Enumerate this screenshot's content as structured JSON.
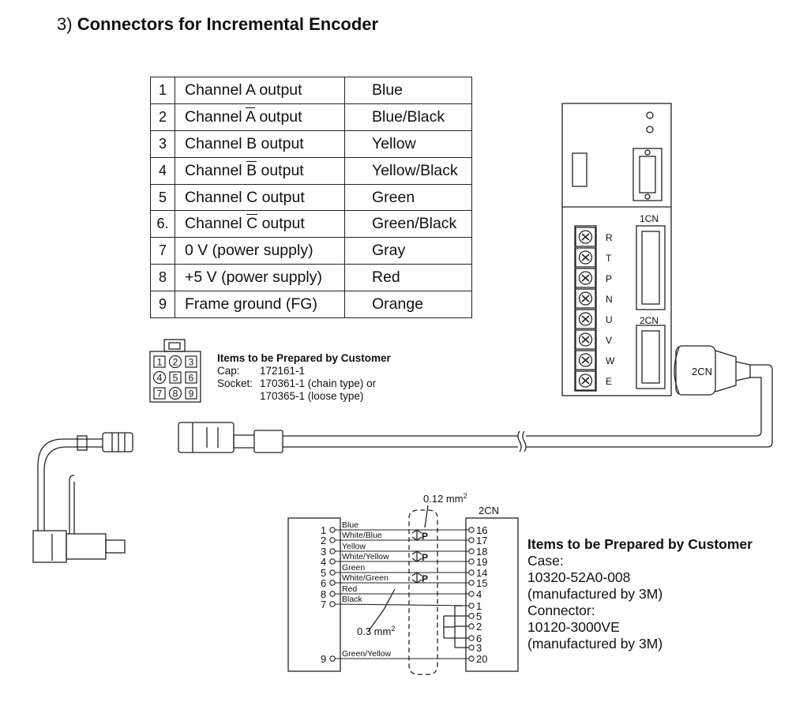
{
  "heading": {
    "number": "3)",
    "title": "Connectors for Incremental Encoder"
  },
  "pin_table": [
    {
      "num": "1",
      "pre": "Channel ",
      "bar": "",
      "post": "A output",
      "color": "Blue"
    },
    {
      "num": "2",
      "pre": "Channel ",
      "bar": "A",
      "post": " output",
      "color": "Blue/Black"
    },
    {
      "num": "3",
      "pre": "Channel ",
      "bar": "",
      "post": "B output",
      "color": "Yellow"
    },
    {
      "num": "4",
      "pre": "Channel ",
      "bar": "B",
      "post": " output",
      "color": "Yellow/Black"
    },
    {
      "num": "5",
      "pre": "Channel ",
      "bar": "",
      "post": "C output",
      "color": "Green"
    },
    {
      "num": "6.",
      "pre": "Channel ",
      "bar": "C",
      "post": " output",
      "color": "Green/Black"
    },
    {
      "num": "7",
      "pre": "0 V (power supply)",
      "bar": "",
      "post": "",
      "color": "Gray"
    },
    {
      "num": "8",
      "pre": "+5 V (power supply)",
      "bar": "",
      "post": "",
      "color": "Red"
    },
    {
      "num": "9",
      "pre": "Frame ground (FG)",
      "bar": "",
      "post": "",
      "color": "Orange"
    }
  ],
  "encoder_connector": {
    "title": "Items to be Prepared by Customer",
    "cap_label": "Cap:",
    "cap_value": "172161-1",
    "socket_label": "Socket:",
    "socket_value_1": "170361-1 (chain type) or",
    "socket_value_2": "170365-1 (loose type)",
    "pins": [
      "1",
      "2",
      "3",
      "4",
      "5",
      "6",
      "7",
      "8",
      "9"
    ]
  },
  "driver": {
    "connector_1_label": "1CN",
    "connector_2_label": "2CN",
    "terminals": [
      "R",
      "T",
      "P",
      "N",
      "U",
      "V",
      "W",
      "E"
    ]
  },
  "cable_plug_label": "2CN",
  "wiring": {
    "connector_label": "2CN",
    "shield_size": "0.12 mm",
    "wire_size": "0.3 mm",
    "superscript": "2",
    "pair_mark": "P",
    "left_pins": [
      "1",
      "2",
      "3",
      "4",
      "5",
      "6",
      "8",
      "7",
      "9"
    ],
    "wire_colors": [
      "Blue",
      "White/Blue",
      "Yellow",
      "White/Yellow",
      "Green",
      "White/Green",
      "Red",
      "Black",
      "Green/Yellow"
    ],
    "right_pins": [
      "16",
      "17",
      "18",
      "19",
      "14",
      "15",
      "4",
      "1",
      "5",
      "2",
      "6",
      "3",
      "20"
    ]
  },
  "driver_connector": {
    "title": "Items to be Prepared by Customer",
    "case_label": "Case:",
    "case_value": "10320-52A0-008",
    "case_maker": "(manufactured by 3M)",
    "connector_label": "Connector:",
    "connector_value": "10120-3000VE",
    "connector_maker": "(manufactured by 3M)"
  }
}
